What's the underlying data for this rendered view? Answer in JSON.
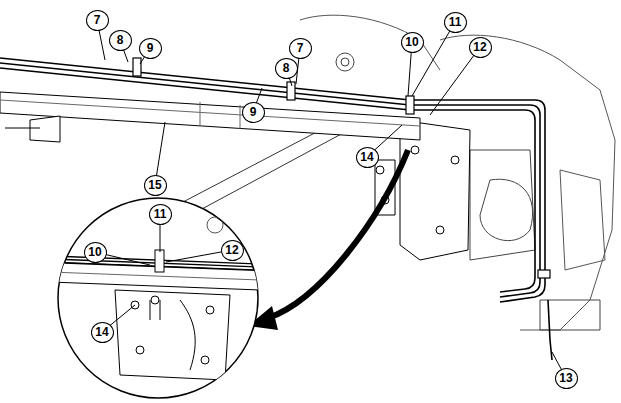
{
  "diagram": {
    "labels": [
      "7",
      "8",
      "9",
      "7",
      "8",
      "9",
      "11",
      "10",
      "12",
      "14",
      "15",
      "13",
      "11",
      "10",
      "12",
      "14"
    ]
  }
}
